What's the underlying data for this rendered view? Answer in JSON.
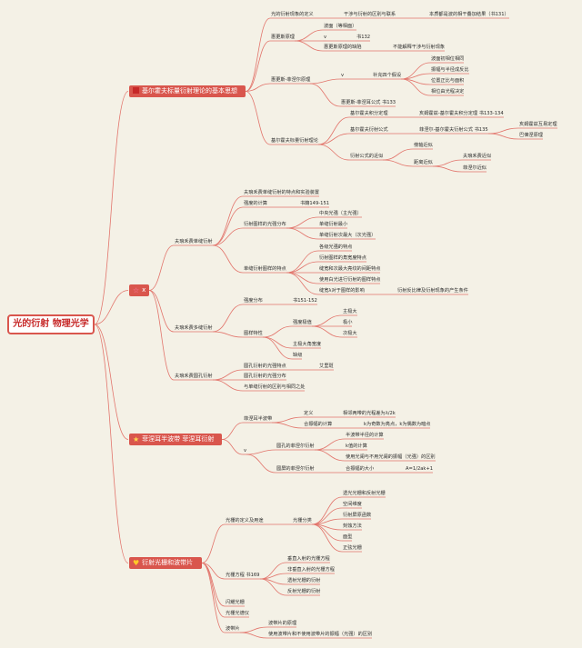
{
  "main_title": "光的衍射 物理光学",
  "branches": {
    "b1": {
      "label": "基尔霍夫标量衍射理论的基本思想",
      "icon": "red-flag-icon",
      "n_def": "光的衍射现象的定义",
      "n_def_a": "干涉与衍射的区别与联系",
      "n_def_b": "本质都是波的相干叠加结果（书131）",
      "n_hy": "惠更斯原理",
      "n_hy_a": "波面（等相面）",
      "n_hy_b": "v",
      "n_hy_b1": "书132",
      "n_hy_c": "惠更斯原理的缺陷",
      "n_hy_c1": "不能解释干涉与衍射现象",
      "n_hf": "惠更斯-菲涅尔原理",
      "n_hf_v": "v",
      "n_hf_v1": "补充四个假设",
      "n_hf_l1": "波面初相位相同",
      "n_hf_l2": "振幅与半径成反比",
      "n_hf_l3": "位置正比与面积",
      "n_hf_l4": "相位由光程决定",
      "n_hf_f": "惠更斯-菲涅耳公式 书133",
      "n_kt": "基尔霍夫标量衍射理论",
      "n_kt_a": "基尔霍夫积分定理",
      "n_kt_a1": "亥姆霍兹-基尔霍夫积分定理 书133-134",
      "n_kt_b": "基尔霍夫衍射公式",
      "n_kt_b1": "菲涅尔-基尔霍夫衍射公式 书135",
      "n_kt_b1a": "亥姆霍兹互易定理",
      "n_kt_b1b": "巴俾涅原理",
      "n_kt_c": "衍射公式的近似",
      "n_kt_c1": "傍轴近似",
      "n_kt_c2": "距离近似",
      "n_kt_c2a": "夫琅禾费近似",
      "n_kt_c2b": "菲涅尔近似"
    },
    "b2": {
      "label": "x",
      "icon": "pink-star-icon",
      "n_s1": "夫琅禾费单缝衍射",
      "n_s1_a": "夫琅禾费单缝衍射的特点和实验装置",
      "n_s1_b": "强度的计算",
      "n_s1_b1": "书籍149-151",
      "n_s1_c": "衍射图样的光强分布",
      "n_s1_c1": "中央光强（主光强）",
      "n_s1_c2": "单缝衍射最小",
      "n_s1_c3": "单缝衍射次最大（次光强）",
      "n_s1_d": "单缝衍射图样的特点",
      "n_s1_d1": "各级光强的特点",
      "n_s1_d2": "衍射图样的角宽度特点",
      "n_s1_d3": "缝宽和次最大亮纹的间距特点",
      "n_s1_d4": "使用白光进行衍射的图样特点",
      "n_s1_d5": "缝宽λ对于图样的影响",
      "n_s1_d5a": "衍射反比律及衍射现象的产生条件",
      "n_s2": "夫琅禾费多缝衍射",
      "n_s2_a": "强度分布",
      "n_s2_a1": "书151-152",
      "n_s2_b": "图样特性",
      "n_s2_b1": "强度极值",
      "n_s2_b1a": "主极大",
      "n_s2_b1b": "极小",
      "n_s2_b1c": "次极大",
      "n_s2_b2": "主极大角宽度",
      "n_s2_b3": "缺级",
      "n_s3": "夫琅禾费圆孔衍射",
      "n_s3_a": "圆孔衍射的光强特点",
      "n_s3_a1": "艾里斑",
      "n_s3_b": "圆孔衍射的光强分布",
      "n_s3_c": "与单缝衍射的区别与相同之处"
    },
    "b3": {
      "label": "菲涅耳半波带 菲涅耳衍射",
      "icon": "orange-star-icon",
      "n_h": "菲涅耳半波带",
      "n_h_a": "定义",
      "n_h_a1": "相邻两带的光程差为λ/2k",
      "n_h_b": "合振幅的计算",
      "n_h_b1": "k为奇数为亮点，k为偶数为暗点",
      "n_v": "v",
      "n_v_a": "圆孔的菲涅尔衍射",
      "n_v_a1": "半波带半径的计算",
      "n_v_a2": "k值的计算",
      "n_v_a3": "使用光阑与不用光阑的振幅（光强）的区别",
      "n_v_b": "圆屏的菲涅尔衍射",
      "n_v_b1": "合振幅的大小",
      "n_v_b1a": "A=1/2ak+1"
    },
    "b4": {
      "label": "衍射光栅和波带片",
      "icon": "heart-icon",
      "n_g": "光栅的定义及用途",
      "n_g_a": "光栅分类",
      "n_g_a1": "透光光栅和反射光栅",
      "n_g_a2": "空间维度",
      "n_g_a3": "衍射屏原函数",
      "n_g_a4": "刻蚀方法",
      "n_g_a5": "面型",
      "n_g_a6": "正弦光栅",
      "n_e": "光栅方程 书169",
      "n_e_1": "垂直入射的光栅方程",
      "n_e_2": "非垂直入射的光栅方程",
      "n_e_3": "透射光栅的衍射",
      "n_e_4": "反射光栅的衍射",
      "n_bz": "闪耀光栅",
      "n_sp": "光栅光谱仪",
      "n_zp": "波带片",
      "n_zp_1": "波带片的原理",
      "n_zp_2": "使用波带片和不使用波带片的振幅（光强）的区别"
    }
  },
  "colors": {
    "line": "#e2756c",
    "branch": "#d9564d",
    "background": "#f4f1e6"
  }
}
